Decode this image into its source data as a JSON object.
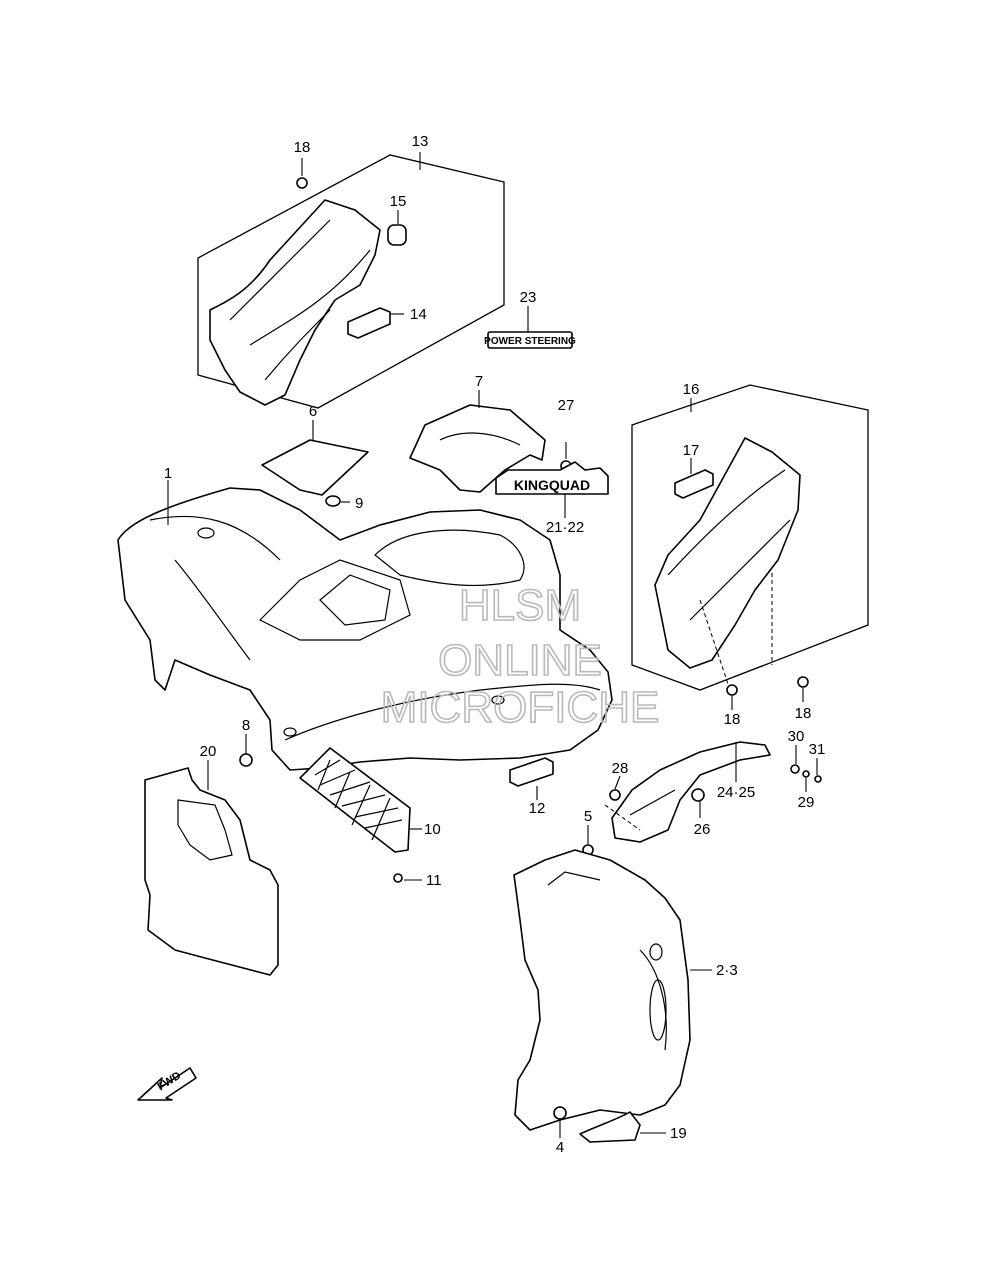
{
  "callouts": {
    "c1": "1",
    "c2_3": "2·3",
    "c4": "4",
    "c5": "5",
    "c6": "6",
    "c7": "7",
    "c8": "8",
    "c9": "9",
    "c10": "10",
    "c11": "11",
    "c12": "12",
    "c13": "13",
    "c14": "14",
    "c15": "15",
    "c16": "16",
    "c17": "17",
    "c18a": "18",
    "c18b": "18",
    "c18c": "18",
    "c19": "19",
    "c20": "20",
    "c21_22": "21·22",
    "c23": "23",
    "c24_25": "24·25",
    "c26": "26",
    "c27": "27",
    "c28": "28",
    "c29": "29",
    "c30": "30",
    "c31": "31"
  },
  "badges": {
    "power_steering": "POWER STEERING",
    "kingquad": "KINGQUAD"
  },
  "watermark": {
    "line1": "HLSM",
    "line2": "ONLINE",
    "line3": "MICROFICHE"
  },
  "fwd_arrow": {
    "label": "FWD",
    "icon": "fwd-arrow-icon"
  }
}
